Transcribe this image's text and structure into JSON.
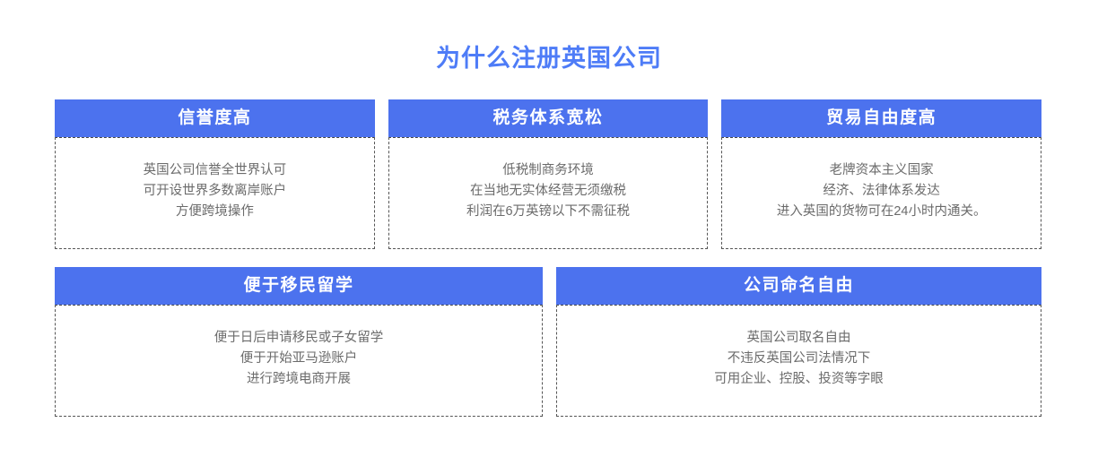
{
  "page": {
    "title": "为什么注册英国公司",
    "title_color": "#4e7cf7",
    "background_color": "#ffffff",
    "header_color": "#4c72ee",
    "header_text_color": "#ffffff",
    "body_text_color": "#6b6b6b",
    "border_color": "#555555"
  },
  "cards": {
    "row1": [
      {
        "heading": "信誉度高",
        "lines": [
          "英国公司信誉全世界认可",
          "可开设世界多数离岸账户",
          "方便跨境操作"
        ]
      },
      {
        "heading": "税务体系宽松",
        "lines": [
          "低税制商务环境",
          "在当地无实体经营无须缴税",
          "利润在6万英镑以下不需征税"
        ]
      },
      {
        "heading": "贸易自由度高",
        "lines": [
          "老牌资本主义国家",
          "经济、法律体系发达",
          "进入英国的货物可在24小时内通关。"
        ]
      }
    ],
    "row2": [
      {
        "heading": "便于移民留学",
        "lines": [
          "便于日后申请移民或子女留学",
          "便于开始亚马逊账户",
          "进行跨境电商开展"
        ]
      },
      {
        "heading": "公司命名自由",
        "lines": [
          "英国公司取名自由",
          "不违反英国公司法情况下",
          "可用企业、控股、投资等字眼"
        ]
      }
    ]
  }
}
